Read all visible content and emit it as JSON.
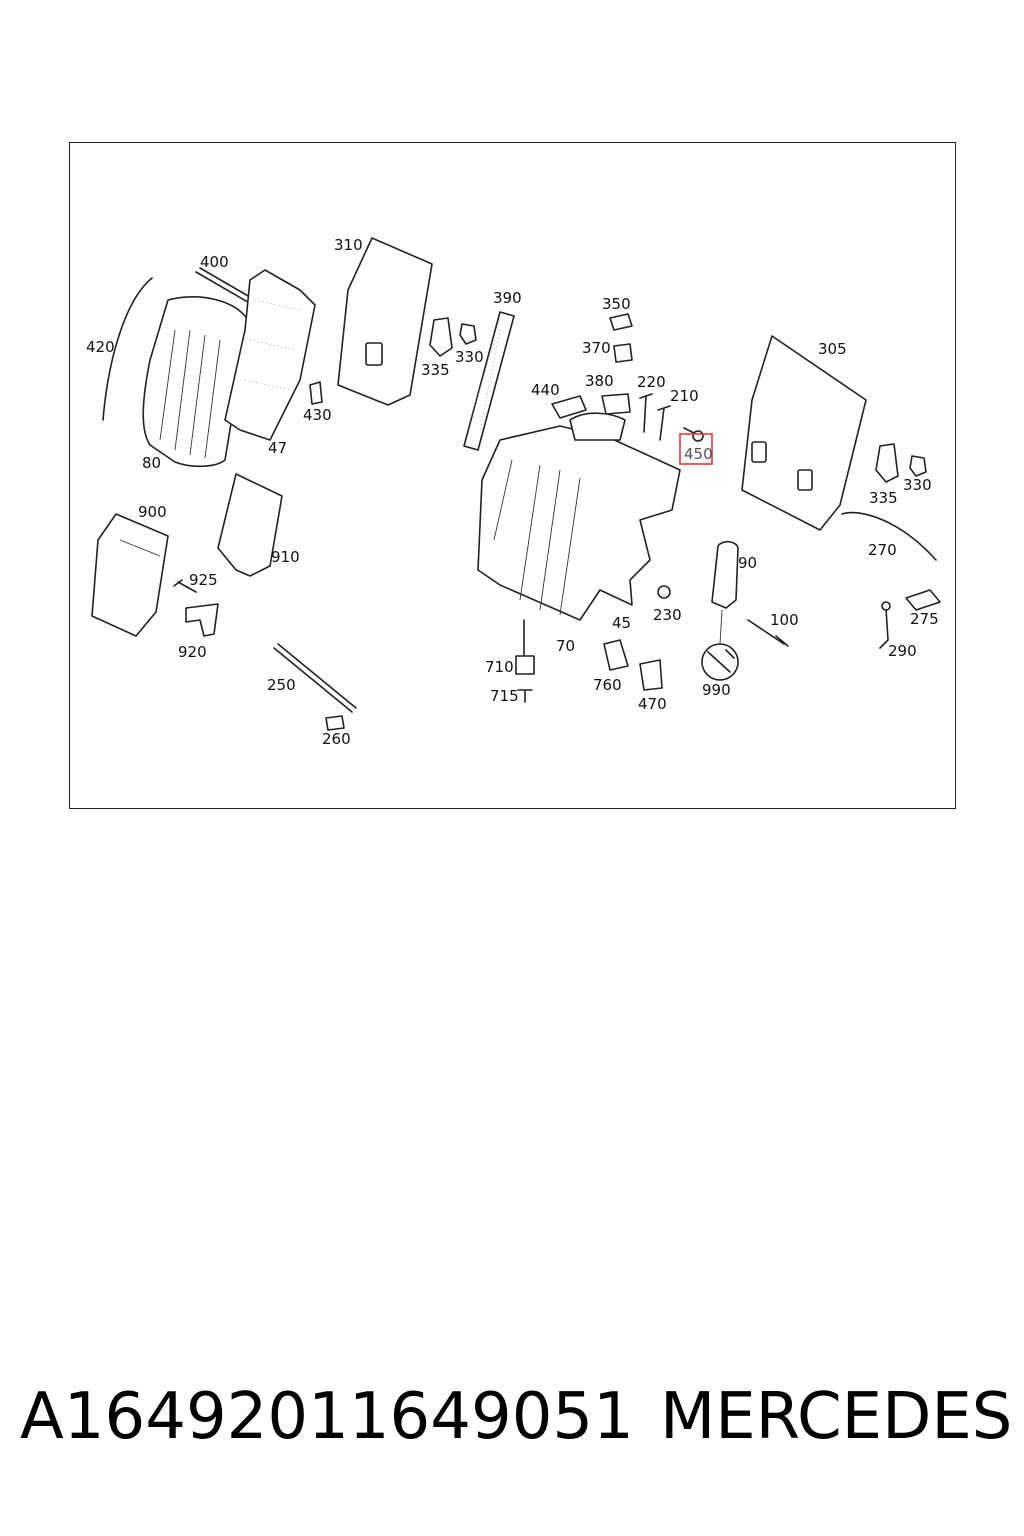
{
  "diagram": {
    "highlight_color": "#e53935",
    "highlighted_callout": "450",
    "callouts": {
      "c420": "420",
      "c400": "400",
      "c310": "310",
      "c390": "390",
      "c350": "350",
      "c370": "370",
      "c380": "380",
      "c440": "440",
      "c220": "220",
      "c210": "210",
      "c450": "450",
      "c305": "305",
      "c335a": "335",
      "c330a": "330",
      "c430": "430",
      "c80": "80",
      "c47": "47",
      "c900": "900",
      "c910": "910",
      "c925": "925",
      "c920": "920",
      "c250": "250",
      "c260": "260",
      "c335b": "335",
      "c330b": "330",
      "c270": "270",
      "c90": "90",
      "c100": "100",
      "c275": "275",
      "c290": "290",
      "c230": "230",
      "c45": "45",
      "c70": "70",
      "c710": "710",
      "c715": "715",
      "c760": "760",
      "c470": "470",
      "c990": "990"
    }
  },
  "caption": {
    "part_number": "A16492011649051",
    "brand": "MERCEDES"
  }
}
